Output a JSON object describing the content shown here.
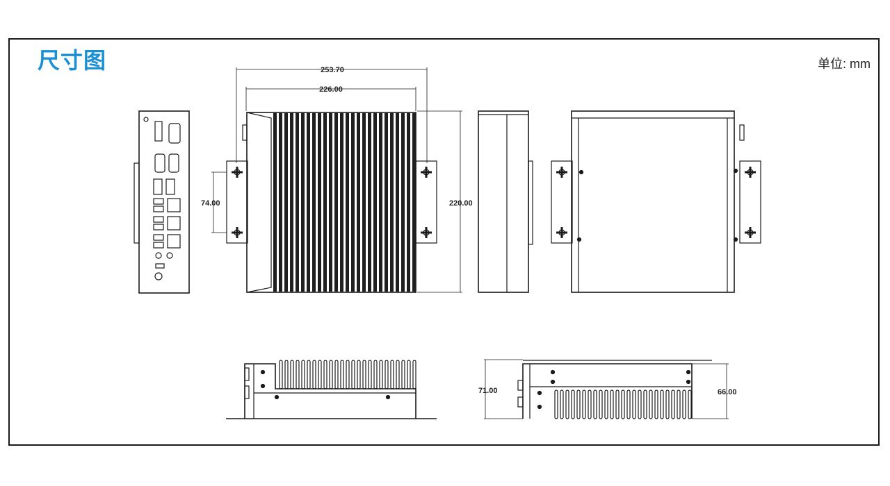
{
  "title": "尺寸图",
  "unit_label": "单位: mm",
  "dimensions": {
    "width_overall": "253.70",
    "width_body": "226.00",
    "height_front": "220.00",
    "mount_spacing": "74.00",
    "side_height_overall": "71.00",
    "side_height_body": "66.00"
  },
  "colors": {
    "title": "#1b8fd6",
    "line": "#1a1a1a",
    "fin": "#1f1f1f"
  }
}
